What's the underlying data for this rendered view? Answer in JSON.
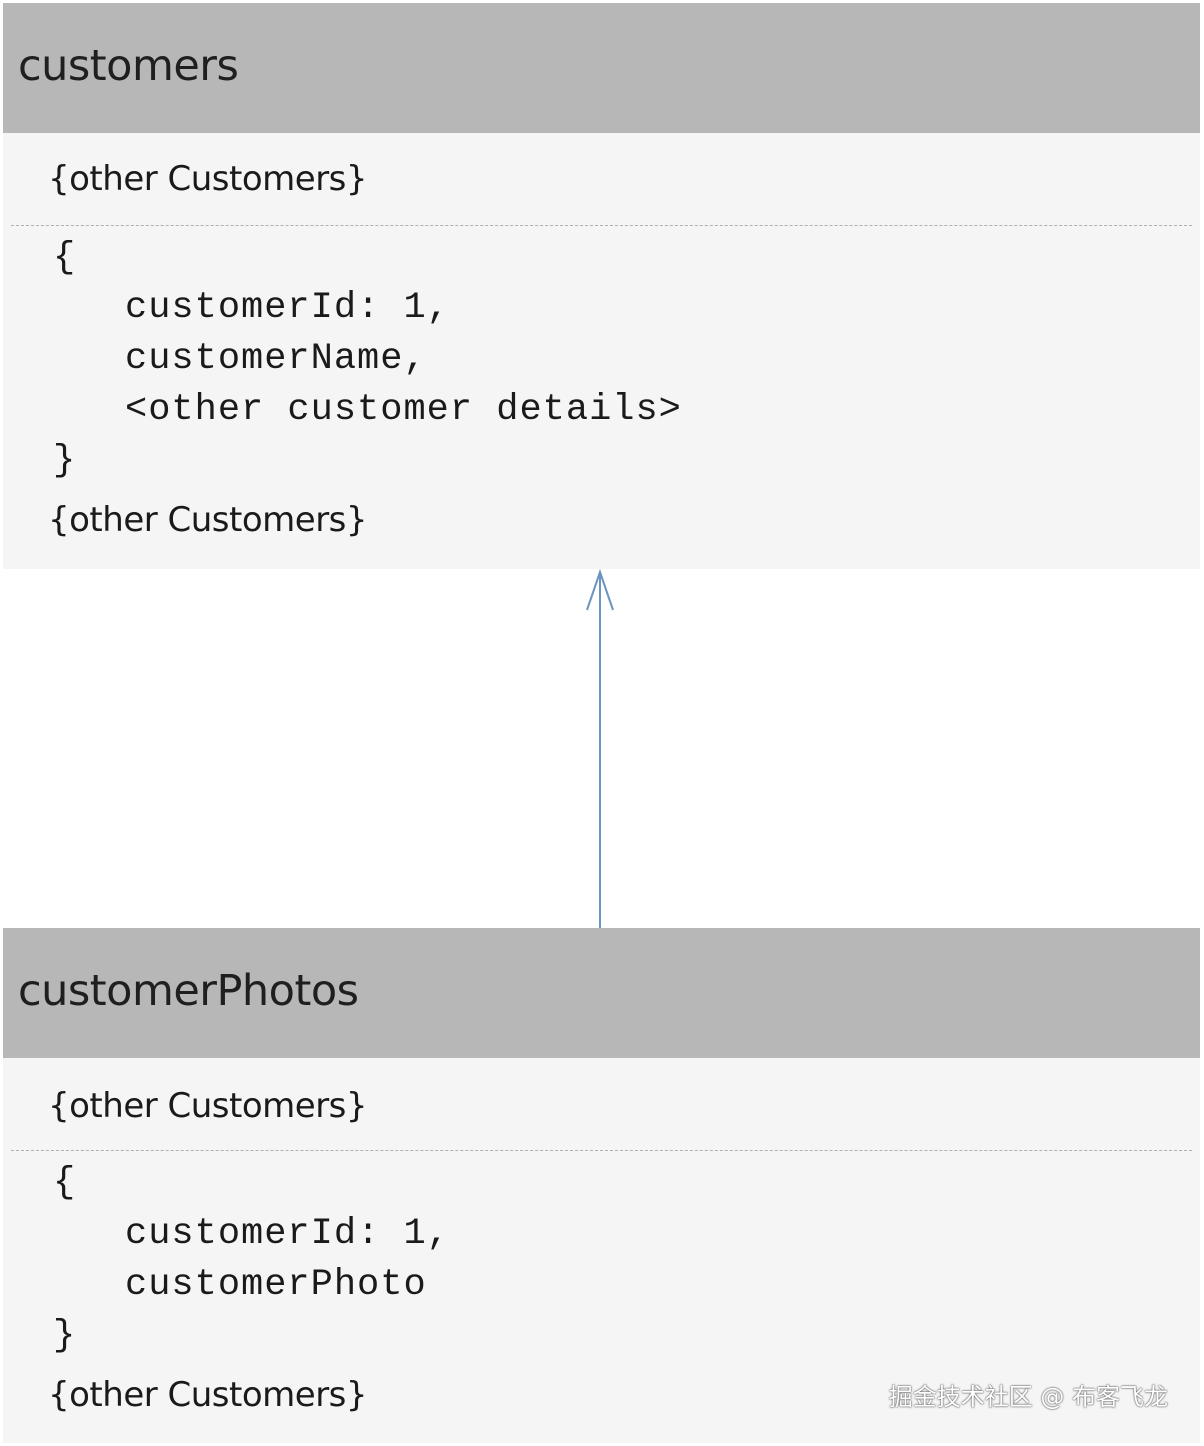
{
  "tables": [
    {
      "title": "customers",
      "other_top": "{other Customers}",
      "brace_open": "{",
      "fields": [
        "customerId: 1,",
        "customerName,",
        "<other customer details>"
      ],
      "brace_close": "}",
      "other_bottom": "{other Customers}"
    },
    {
      "title": "customerPhotos",
      "other_top": "{other Customers}",
      "brace_open": "{",
      "fields": [
        "customerId: 1,",
        "customerPhoto"
      ],
      "brace_close": "}",
      "other_bottom": "{other Customers}"
    }
  ],
  "arrow": {
    "color": "#6d93bf"
  },
  "watermark": "掘金技术社区 @ 布客飞龙"
}
